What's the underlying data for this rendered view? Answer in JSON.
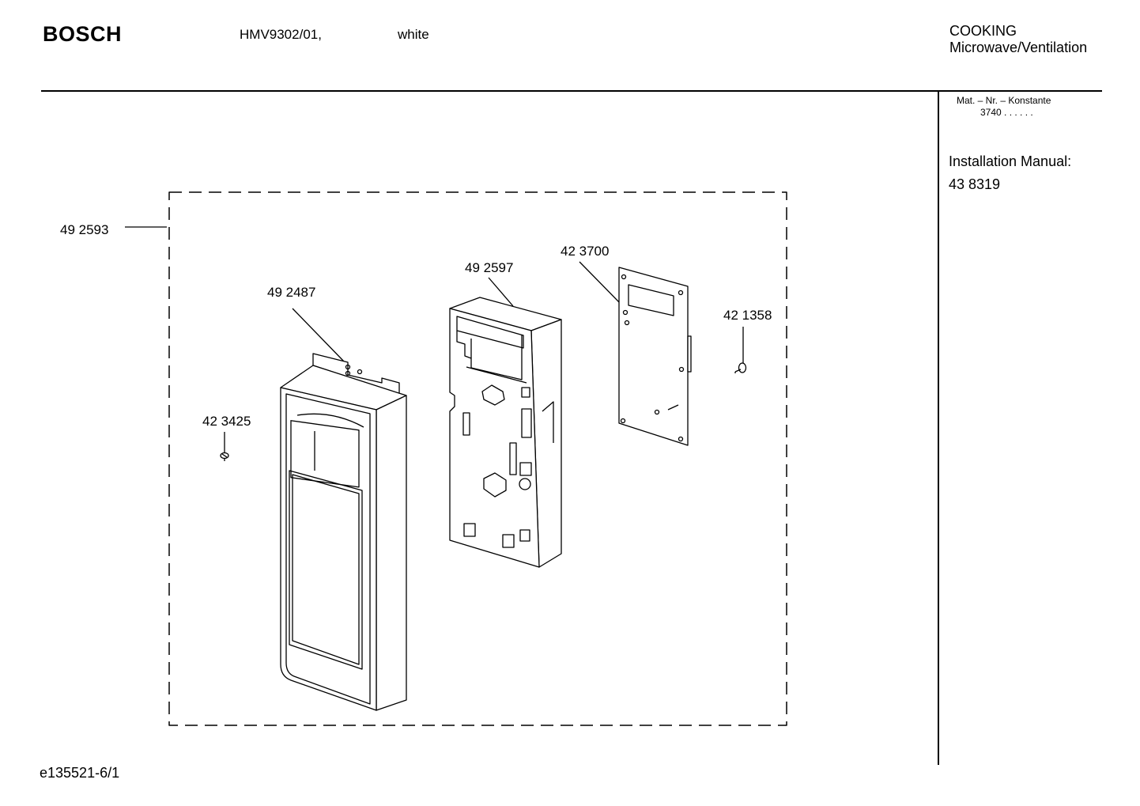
{
  "header": {
    "brand": "BOSCH",
    "model": "HMV9302/01,",
    "color": "white",
    "category": "COOKING",
    "subcategory": "Microwave/Ventilation"
  },
  "sidebar": {
    "mat_label": "Mat. – Nr. – Konstante",
    "mat_value": "3740 . .  . . . .",
    "installation_label": "Installation Manual:",
    "installation_number": "43 8319"
  },
  "parts": {
    "assembly": "49 2593",
    "front_panel": "49 2487",
    "screw_left": "42 3425",
    "control_housing": "49 2597",
    "circuit_board": "42 3700",
    "screw_right": "42 1358"
  },
  "footer": {
    "doc_id": "e135521-6/1"
  }
}
